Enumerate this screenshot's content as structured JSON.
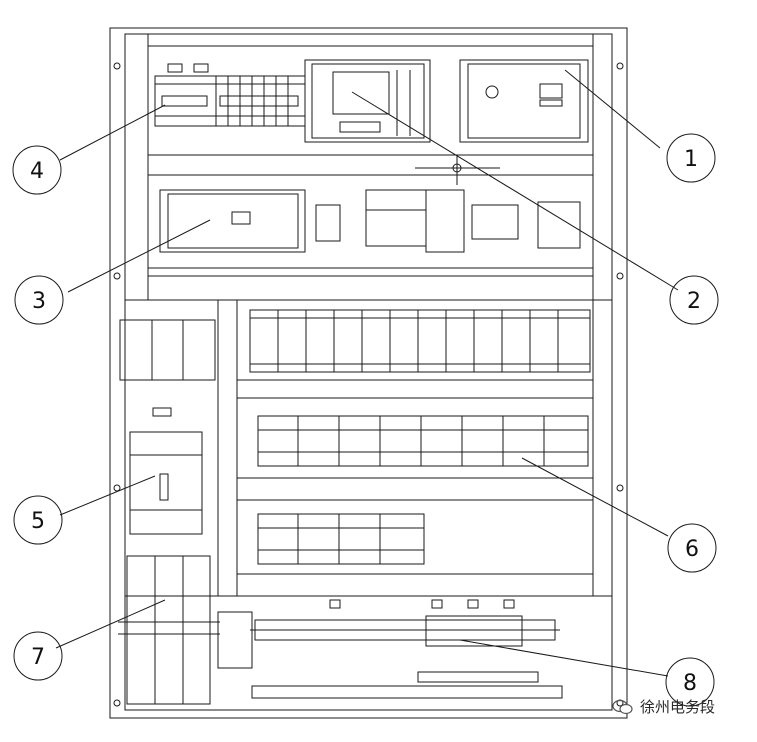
{
  "callouts": [
    "1",
    "2",
    "3",
    "4",
    "5",
    "6",
    "7",
    "8"
  ],
  "watermark": {
    "text": "徐州电务段",
    "icon": "wechat-icon"
  },
  "colors": {
    "line": "#1a1a1a",
    "background": "#ffffff"
  }
}
